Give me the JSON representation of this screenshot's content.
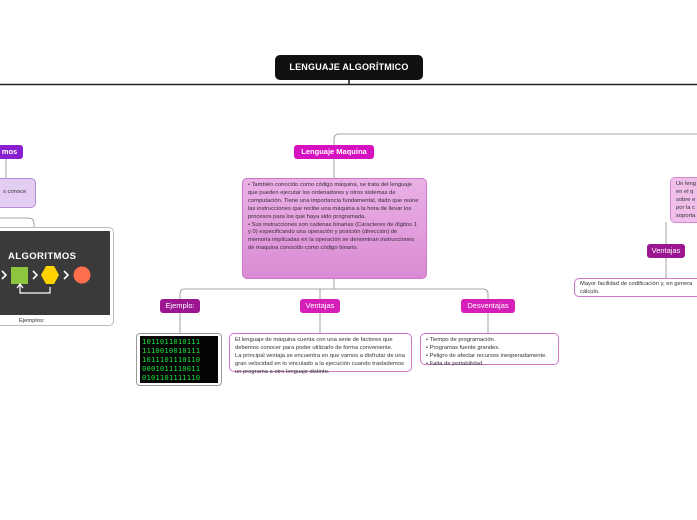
{
  "title": "LENGUAJE ALGORÍTMICO",
  "left_branch": {
    "label_fragment": "mos",
    "text_fragment": "s conoce",
    "image_title": "ALGORITMOS",
    "caption": "Ejemplos:"
  },
  "center_branch": {
    "label": "Lenguaje Maquina",
    "description": "• También conocido como código máquina, se trata del lenguaje que pueden ejecutar los ordenadores y otros sistemas de computación. Tiene una importancia fundamental, dado que reúne las instrucciones que recibe una máquina a la hora de llevar los procesos para los que haya sido programada.\n• Sus instrucciones son cadenas binarias (Caracteres de dígitos 1 y 0) especificando una operación y posición (dirección) de memoria implicadas en la operación se denominan instrucciones de maquina conocido como código binario.",
    "children": [
      {
        "label": "Ejemplo:"
      },
      {
        "label": "Ventajas",
        "text": "El lenguaje de máquina cuenta con una serie de factores que debemos conocer para poder utilizarlo de forma conveniente.\nLa principal ventaja se encuentra en que vamos a disfrutar de una gran velocidad en lo vinculado a la ejecución cuando traslademos un programa a otro lenguaje distinto."
      },
      {
        "label": "Desventajas",
        "text": "• Tiempo de programación.\n• Programas fuente grandes.\n• Peligro de afectar recursos inesperadamente.\n• Falta de portabilidad."
      }
    ],
    "binary_rows": [
      "1011011010111",
      "1110010010111",
      "1011101110110",
      "0001011110011",
      "0101101111110"
    ]
  },
  "right_branch": {
    "text_fragment": "Un leng\nen el q\nsobre e\npor la c\nsoporta",
    "ventajas_label": "Ventajas",
    "ventajas_text": "Mayor facilidad de codificación y, en genera\ncálculo."
  },
  "colors": {
    "title_bg": "#111111",
    "purple": "#8a1fd1",
    "magenta": "#d60fc0",
    "pink_border": "#cf77c9",
    "binary_green": "#19e23a"
  }
}
